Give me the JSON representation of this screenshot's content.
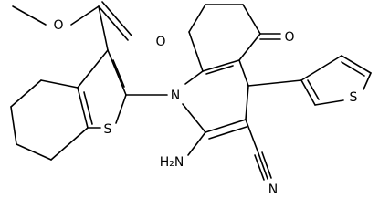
{
  "molecule": {
    "atom_labels": {
      "methoxy_o": "O",
      "carbonyl_o_ester": "O",
      "thiophene_s": "S",
      "ring_n": "N",
      "ketone_o": "O",
      "thienyl_s": "S",
      "amine": "H₂N",
      "nitrile_n": "N"
    }
  }
}
